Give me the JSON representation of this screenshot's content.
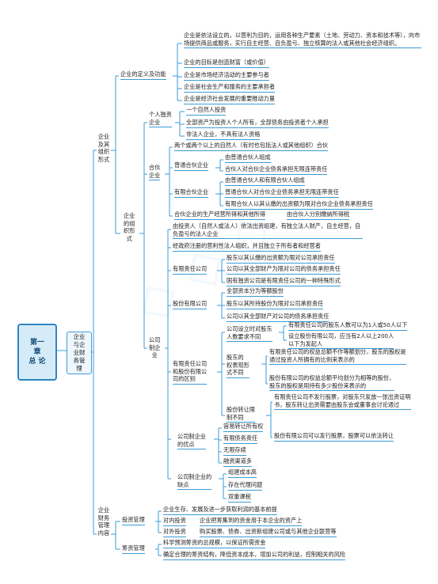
{
  "root": "第一\n章\n总 论",
  "level1": "企业\n与企\n业财\n务管\n理",
  "sec_org": "企业\n及其\n组织\n形式",
  "sec_mgmt": "企业\n财务\n管理\n内容",
  "def_label": "企业的定义及功能",
  "def_items": [
    "企业是依法设立的，以营利为目的，运用各种生产要素（土地、劳动力、资本和技术等），向市场提供商品或服务，实行自主经营、自负盈亏、独立核算的法人或其他社会经济组织。",
    "企业的目标是创造财富（或价值）",
    "企业是市场经济活动的主要参与者",
    "企业是社会生产和服务的主要承担者",
    "企业是经济社会发展的重要推动力量"
  ],
  "forms_label": "企业\n的组\n织形\n式",
  "sole_label": "个人独资\n企业",
  "sole_items": [
    "一个自然人投资",
    "全部资产为投资人个人所有，全部债务由投资者个人承担",
    "非法人企业，不具有法人资格"
  ],
  "partner_label": "合伙\n企业",
  "partner_top": "两个或两个以上的自然人（有时也包括法人或其他组织）合伙",
  "general_label": "普通合伙企业",
  "general_items": [
    "由普通合伙人组成",
    "合伙人对合伙企业债务承担无限连带责任"
  ],
  "limited_label": "有限合伙企业",
  "limited_items": [
    "由普通合伙人和有限合伙人组成",
    "普通合伙人对合伙企业债务承担无限连带责任",
    "有限合伙人以其认缴的出资额为限对合伙企业债务承担责任"
  ],
  "partner_tax_a": "合伙企业的生产经营所得和其他所得",
  "partner_tax_b": "由合伙人分别缴纳所得税",
  "corp_label": "公司\n制企\n业",
  "corp_top": "由投资人（自然人或法人）依法出资组建，有独立法人财产，自主经营，自负盈亏的法人企业",
  "corp_top2": "经政府注册的营利性法人组织，并且独立于所有者和经营者",
  "llc_label": "有限责任公司",
  "llc_items": [
    "股东以其认缴的出资额为限对公司承担责任",
    "公司以其全部财产为限对公司的债务承担责任",
    "国有独资公司是有限责任公司的一种特殊形式"
  ],
  "jsc_label": "股份有限公司",
  "jsc_items": [
    "全部资本分为等额股份",
    "股东以其所持股份为限对公司承担责任",
    "公司以其全部财产对公司的债务承担责任"
  ],
  "diff_label": "有限责任公司\n和股份有限公\n司的区别",
  "diff_a_label": "公司设立时对股东\n人数要求不同",
  "diff_a_items": [
    "有限责任公司的股东人数可以为1人或50人以下",
    "设立股份有限公司，应当有2人以上200人\n以下为发起人"
  ],
  "diff_b_label": "股东的\n权表现形\n式不同",
  "diff_b_items": [
    "有限责任公司的权益总额不作等额划分，股东的股权是\n通过投资人所拥有的比例来表示的",
    "股份有限公司的权益总额平均划分为相等的股份，\n股东的股权是用持有多少股份来表示的"
  ],
  "diff_c_label": "股份转让限\n制不同",
  "diff_c_items": [
    "有限责任公司不发行股票，对股东只发放一张出资证明\n书，股东转让出资需要由股东会或董事会讨论通过",
    "股份有限公司可以发行股票，股票可以依法转让"
  ],
  "adv_label": "公司制企业\n的优点",
  "adv_items": [
    "容易转让所有权",
    "有限债务责任",
    "无限存续",
    "融资渠道多"
  ],
  "dis_label": "公司制企业的\n缺点",
  "dis_items": [
    "组建成本高",
    "存在代理问题",
    "双重课税"
  ],
  "inv_label": "投资管理",
  "inv_top": "企业生存、发展及进一步获取利润的基本前提",
  "inv_in_label": "对内投资",
  "inv_in": "企业把筹集到的资金用于本企业的资产上",
  "inv_out_label": "对外投资",
  "inv_out": "购买股票、债券、出资新组建公司或与其他企业联营等",
  "fin_label": "筹资管理",
  "fin_items": [
    "科学预测筹资的总规模，以保证所需资金",
    "确定合理的筹资结构，降低资本成本，增加公司的利益，控制相关的风险"
  ],
  "colors": {
    "line": "#3a9bd8",
    "root_fill": "#d6ebf8",
    "root_border": "#2e86c1"
  }
}
